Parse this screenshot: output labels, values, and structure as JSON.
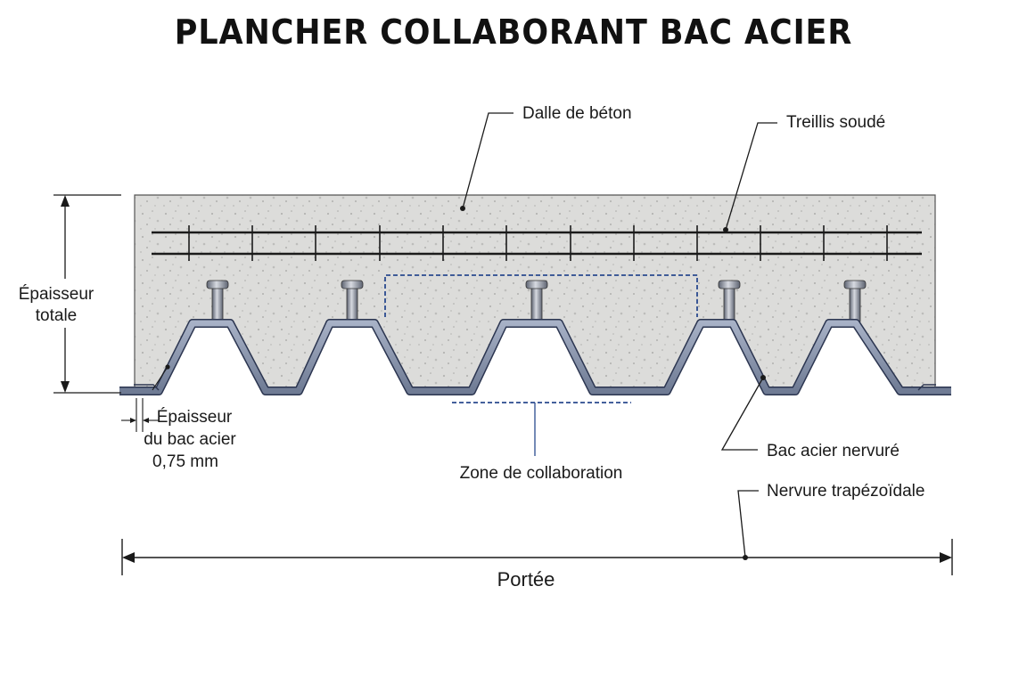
{
  "title": "PLANCHER COLLABORANT BAC ACIER",
  "labels": {
    "concrete_slab": "Dalle de béton",
    "welded_mesh": "Treillis soudé",
    "total_thickness_line1": "Épaisseur",
    "total_thickness_line2": "totale",
    "deck_thickness_line1": "Épaisseur",
    "deck_thickness_line2": "du bac acier",
    "deck_thickness_value": "0,75 mm",
    "collaboration_zone": "Zone de collaboration",
    "ribbed_deck": "Bac acier nervuré",
    "trapezoidal_rib": "Nervure trapézoïdale",
    "span": "Portée"
  },
  "colors": {
    "concrete": "#d9d9d7",
    "steel_deck": "#8a96ad",
    "steel_outline": "#2b3550",
    "collab_zone": "#2a4a8f"
  }
}
